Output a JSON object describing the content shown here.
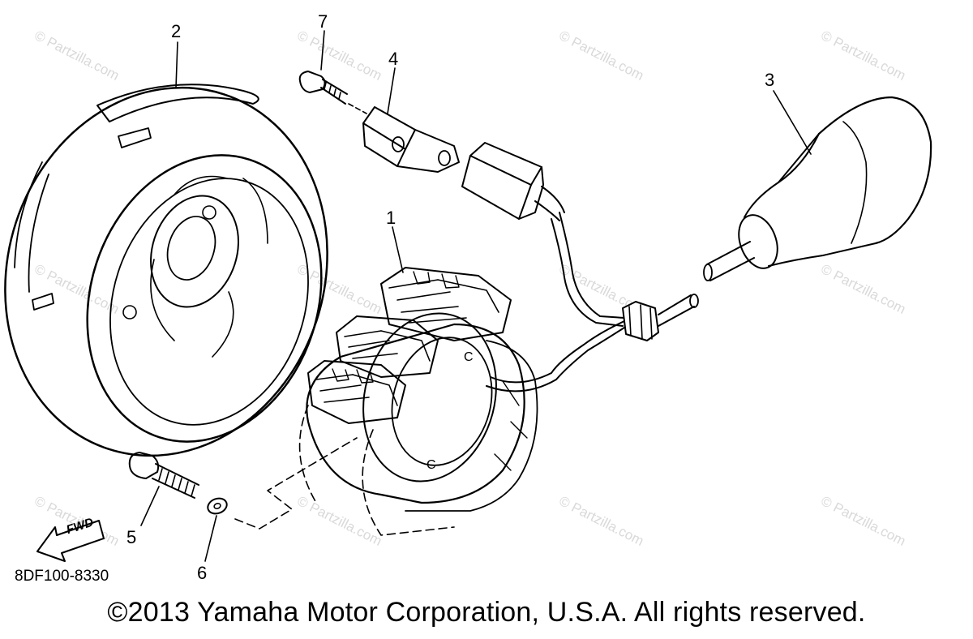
{
  "callouts": {
    "stator": "1",
    "rotor": "2",
    "cap": "3",
    "clamp": "4",
    "screw_lower": "5",
    "washer": "6",
    "screw_upper": "7"
  },
  "fwd_label": "FWD",
  "diagram_code": "8DF100-8330",
  "copyright": "©2013 Yamaha Motor Corporation, U.S.A. All rights reserved.",
  "watermark": "© Partzilla.com",
  "colors": {
    "ink": "#000000",
    "watermark": "#d9d9d9",
    "background": "#ffffff"
  }
}
